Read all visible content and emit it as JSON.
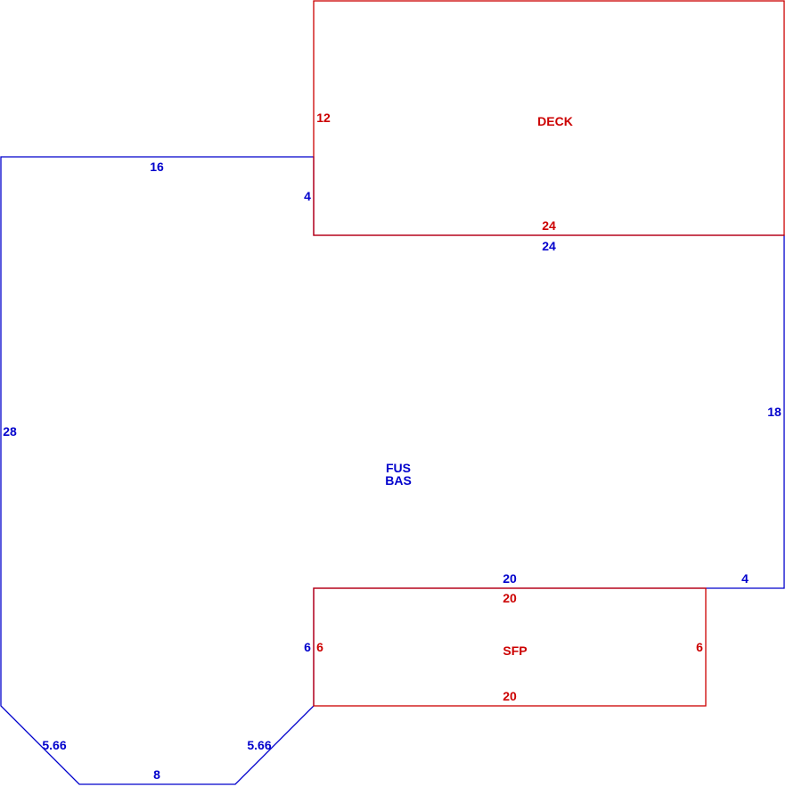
{
  "colors": {
    "main_structure": "#0000cc",
    "attached_areas": "#cc0000"
  },
  "main": {
    "area_codes": [
      "FUS",
      "BAS"
    ],
    "dimensions": {
      "top_left": "16",
      "step_left": "4",
      "top_right": "24",
      "right": "18",
      "bottom_right": "4",
      "inner_bottom": "20",
      "inner_left": "6",
      "left": "28",
      "diag_left": "5.66",
      "bottom": "8",
      "diag_right": "5.66"
    }
  },
  "deck": {
    "label": "DECK",
    "dimensions": {
      "left": "12",
      "bottom": "24"
    }
  },
  "sfp": {
    "label": "SFP",
    "dimensions": {
      "top": "20",
      "left": "6",
      "right": "6",
      "bottom": "20"
    }
  }
}
